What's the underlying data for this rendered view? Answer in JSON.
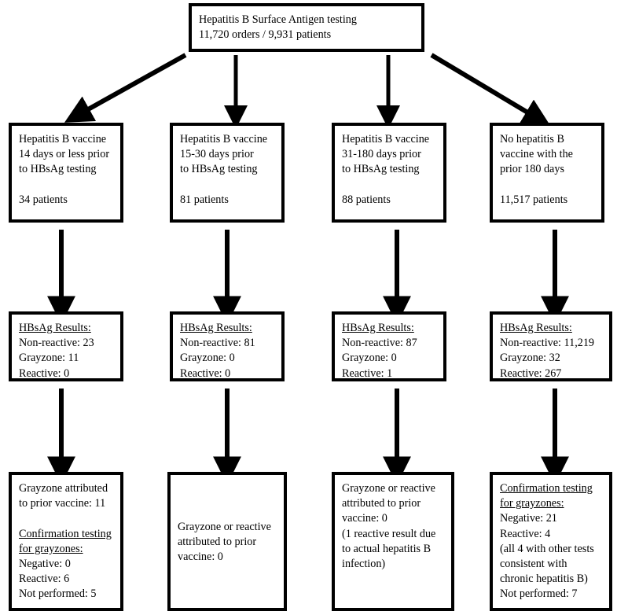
{
  "figure": {
    "type": "flowchart",
    "title_box": {
      "lines": [
        "Hepatitis B Surface Antigen testing",
        "11,720 orders / 9,931 patients"
      ],
      "orders": "11,720",
      "patients": "9,931"
    },
    "groups": [
      {
        "id": "group-14-days-or-less",
        "cohort_lines": [
          "Hepatitis B vaccine",
          "14 days or less prior",
          "to HBsAg testing",
          "",
          "34 patients"
        ],
        "cohort_patients": "34 patients",
        "results_heading": "HBsAg Results:",
        "results_lines": [
          "Non-reactive: 23",
          "Grayzone: 11",
          "Reactive: 0"
        ],
        "outcome_pre_lines": [
          "Grayzone attributed",
          "to prior vaccine: 11",
          ""
        ],
        "outcome_heading_lines": [
          "Confirmation testing",
          "for grayzones:"
        ],
        "outcome_post_lines": [
          "Negative: 0",
          "Reactive: 6",
          "Not performed: 5"
        ]
      },
      {
        "id": "group-15-30-days",
        "cohort_lines": [
          "Hepatitis B vaccine",
          "15-30 days prior",
          "to HBsAg testing",
          "",
          "81 patients"
        ],
        "cohort_patients": "81 patients",
        "results_heading": "HBsAg Results:",
        "results_lines": [
          "Non-reactive: 81",
          "Grayzone: 0",
          "Reactive: 0"
        ],
        "outcome_pre_lines": [
          "Grayzone or reactive",
          "attributed to prior",
          "vaccine: 0"
        ],
        "outcome_heading_lines": [],
        "outcome_post_lines": []
      },
      {
        "id": "group-31-180-days",
        "cohort_lines": [
          "Hepatitis B vaccine",
          "31-180 days prior",
          "to HBsAg testing",
          "",
          "88 patients"
        ],
        "cohort_patients": "88 patients",
        "results_heading": "HBsAg Results:",
        "results_lines": [
          "Non-reactive: 87",
          "Grayzone: 0",
          "Reactive: 1"
        ],
        "outcome_pre_lines": [
          "Grayzone or reactive",
          "attributed to prior",
          "vaccine: 0",
          "(1 reactive result due",
          "to actual hepatitis B",
          "infection)"
        ],
        "outcome_heading_lines": [],
        "outcome_post_lines": []
      },
      {
        "id": "group-no-vaccine",
        "cohort_lines": [
          "No hepatitis B",
          "vaccine with the",
          "prior 180 days",
          "",
          "11,517 patients"
        ],
        "cohort_patients": "11,517 patients",
        "results_heading": "HBsAg Results:",
        "results_lines": [
          "Non-reactive: 11,219",
          "Grayzone: 32",
          "Reactive: 267"
        ],
        "outcome_pre_lines": [],
        "outcome_heading_lines": [
          "Confirmation testing",
          "for grayzones:"
        ],
        "outcome_post_lines": [
          "Negative: 21",
          "Reactive: 4",
          "(all 4 with other tests",
          "consistent with",
          "chronic hepatitis B)",
          "Not performed: 7"
        ]
      }
    ],
    "colors": {
      "stroke": "#000000",
      "fill": "#ffffff",
      "text": "#000000"
    }
  }
}
